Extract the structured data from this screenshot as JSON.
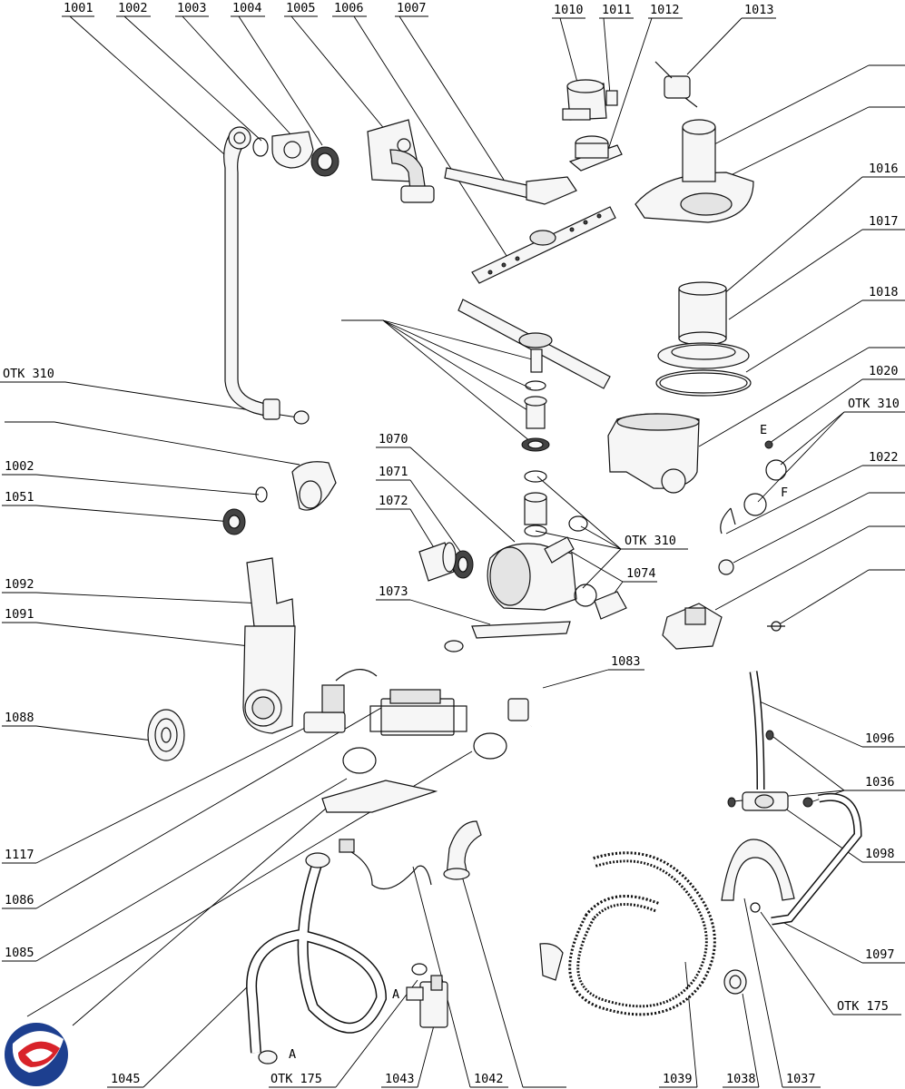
{
  "labels": {
    "l1001": "1001",
    "l1002": "1002",
    "l1003": "1003",
    "l1004": "1004",
    "l1005": "1005",
    "l1006": "1006",
    "l1007": "1007",
    "l1010": "1010",
    "l1011": "1011",
    "l1012": "1012",
    "l1013": "1013",
    "l1016": "1016",
    "l1017": "1017",
    "l1018": "1018",
    "l1020": "1020",
    "l1022": "1022",
    "otk310_left": "ОТК 310",
    "otk310_right": "ОТК 310",
    "otk310_center": "ОТК 310",
    "l1002b": "1002",
    "l1051": "1051",
    "l1070": "1070",
    "l1071": "1071",
    "l1072": "1072",
    "l1073": "1073",
    "l1074": "1074",
    "l1092": "1092",
    "l1091": "1091",
    "l1083": "1083",
    "l1088": "1088",
    "l1096": "1096",
    "l1036": "1036",
    "l1098": "1098",
    "l1117": "1117",
    "l1086": "1086",
    "l1085": "1085",
    "l1097": "1097",
    "otk175_right": "ОТК 175",
    "l1045": "1045",
    "otk175_bottom": "ОТК 175",
    "l1043": "1043",
    "l1042": "1042",
    "l1039": "1039",
    "l1038": "1038",
    "l1037": "1037",
    "mark_e": "E",
    "mark_f": "F",
    "mark_a1": "A",
    "mark_a2": "A"
  },
  "logo": {
    "name": "brand-logo-icon",
    "colors": [
      "#1d3f8f",
      "#d8232a"
    ]
  }
}
